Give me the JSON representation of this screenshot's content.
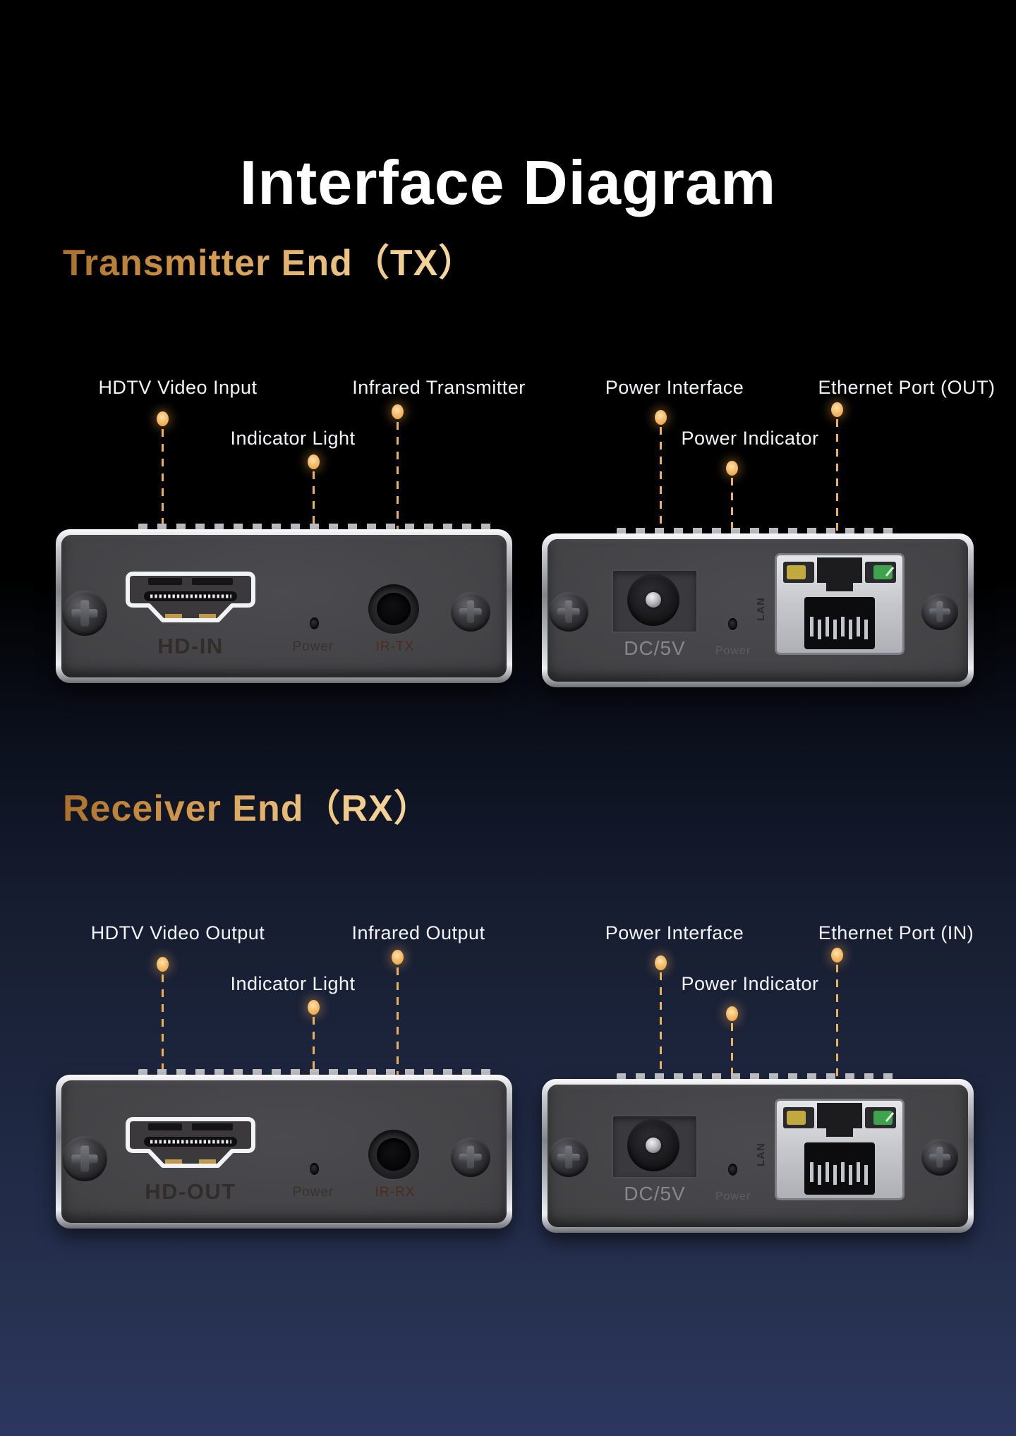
{
  "title": "Interface Diagram",
  "colors": {
    "background_top": "#000000",
    "background_bottom": "#2c3760",
    "title_color": "#ffffff",
    "heading_gold_start": "#a9712c",
    "heading_gold_end": "#f7dba6",
    "callout_text": "#f3f4f6",
    "callout_accent": "#edb05e",
    "led_yellow": "#c0a93e",
    "led_green": "#3fa24c",
    "device_face": "#434346",
    "device_frame_silver": "#c9cad0"
  },
  "tx": {
    "heading": "Transmitter End（TX）",
    "callouts": {
      "video": "HDTV Video Input",
      "indicator": "Indicator Light",
      "infrared": "Infrared Transmitter",
      "power_interface": "Power Interface",
      "power_indicator": "Power Indicator",
      "ethernet": "Ethernet Port (OUT)"
    },
    "device_av": {
      "port": "HD-IN",
      "power": "Power",
      "ir": "IR-TX"
    },
    "device_net": {
      "dc": "DC/5V",
      "power": "Power",
      "lan": "LAN"
    }
  },
  "rx": {
    "heading": "Receiver End（RX）",
    "callouts": {
      "video": "HDTV Video Output",
      "indicator": "Indicator Light",
      "infrared": "Infrared Output",
      "power_interface": "Power Interface",
      "power_indicator": "Power Indicator",
      "ethernet": "Ethernet Port (IN)"
    },
    "device_av": {
      "port": "HD-OUT",
      "power": "Power",
      "ir": "IR-RX"
    },
    "device_net": {
      "dc": "DC/5V",
      "power": "Power",
      "lan": "LAN"
    }
  }
}
